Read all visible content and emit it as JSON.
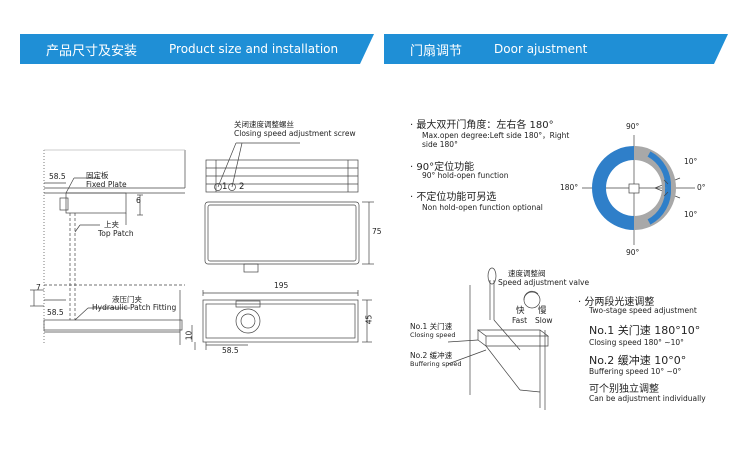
{
  "header_left": {
    "zh": "产品尺寸及安装",
    "en": "Product size and installation"
  },
  "header_right": {
    "zh": "门扇调节",
    "en": "Door ajustment"
  },
  "left_drawing": {
    "fixed_plate_zh": "固定板",
    "fixed_plate_en": "Fixed Plate",
    "top_patch_zh": "上夹",
    "top_patch_en": "Top Patch",
    "hydraulic_zh": "液压门夹",
    "hydraulic_en": "Hydraulic Patch Fitting",
    "dim_58_5_top": "58.5",
    "dim_6": "6",
    "dim_7": "7",
    "dim_58_5_bottom": "58.5"
  },
  "center_drawing": {
    "screw_zh": "关闭速度调整螺丝",
    "screw_en": "Closing speed adjustment  screw",
    "screw_1": "1",
    "screw_2": "2",
    "dim_75": "75",
    "dim_195": "195",
    "dim_45": "45",
    "dim_10": "10",
    "dim_58_5": "58.5"
  },
  "features": [
    {
      "zh": "最大双开门角度：左右各 180°",
      "en1": "Max.open degree:Left side 180°，Right",
      "en2": "side 180°"
    },
    {
      "zh": "90°定位功能",
      "en1": "90° hold-open function",
      "en2": ""
    },
    {
      "zh": "不定位功能可另选",
      "en1": "Non hold-open function optional",
      "en2": ""
    }
  ],
  "dial": {
    "top": "90°",
    "bottom": "90°",
    "left": "180°",
    "right": "0°",
    "upper_right": "10°",
    "lower_right": "10°"
  },
  "valve": {
    "zh": "速度调整阀",
    "en": "Speed adjustment valve",
    "fast_zh": "快",
    "fast_en": "Fast",
    "slow_zh": "慢",
    "slow_en": "Slow"
  },
  "speed_labels": {
    "no1_zh": "No.1 关门速",
    "no1_en": "Closing speed",
    "no2_zh": "No.2 缓冲速",
    "no2_en": "Buffering speed"
  },
  "two_stage": {
    "title_zh": "分两段光速调整",
    "title_en": "Two-stage speed adjustment",
    "no1_zh": "No.1  关门速  180°10°",
    "no1_en": "Closing speed   180° ~10°",
    "no2_zh": "No.2  缓冲速  10°0°",
    "no2_en": "Buffering speed   10° ~0°",
    "indep_zh": "可个别独立调整",
    "indep_en": "Can be adjustment individually"
  },
  "colors": {
    "header_blue": "#1f8fd6",
    "dial_blue": "#2f7fc9",
    "dial_gray": "#a8a8a8"
  }
}
